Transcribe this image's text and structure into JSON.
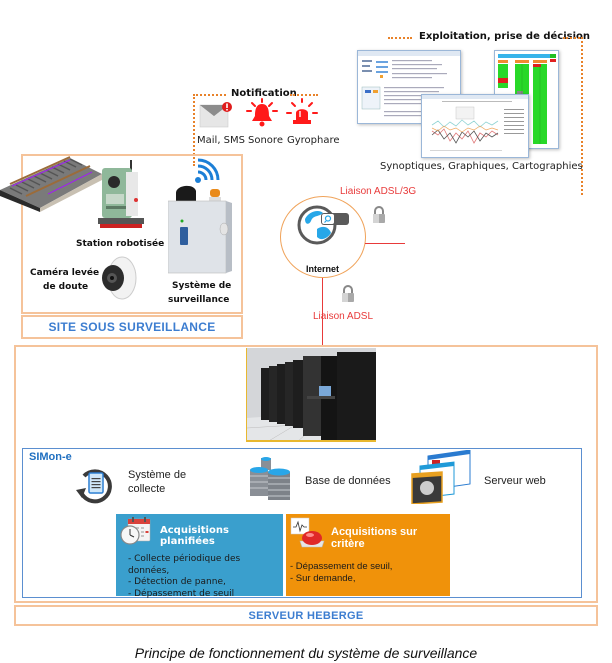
{
  "exploitation": {
    "title": "Exploitation, prise de décision",
    "caption": "Synoptiques, Graphiques, Cartographies"
  },
  "notification": {
    "title": "Notification",
    "items": [
      {
        "label": "Mail, SMS",
        "icon": "mail-alert-icon"
      },
      {
        "label": "Sonore",
        "icon": "alarm-bell-icon"
      },
      {
        "label": "Gyrophare",
        "icon": "beacon-light-icon"
      }
    ]
  },
  "site": {
    "label": "SITE SOUS SURVEILLANCE",
    "devices": {
      "station": "Station robotisée",
      "camera_line1": "Caméra levée",
      "camera_line2": "de doute",
      "system_line1": "Système de",
      "system_line2": "surveillance"
    }
  },
  "network": {
    "internet_label": "Internet",
    "adsl3g_label": "Liaison ADSL/3G",
    "adsl_label": "Liaison ADSL"
  },
  "server": {
    "label": "SERVEUR HEBERGE",
    "simone": {
      "title": "SIMon-e",
      "components": {
        "collecte_line1": "Système de",
        "collecte_line2": "collecte",
        "database": "Base de données",
        "webserver": "Serveur web"
      },
      "acq_planned": {
        "title": "Acquisitions planifiées",
        "items": [
          "- Collecte périodique des données,",
          "- Détection de panne,",
          "- Dépassement de seuil"
        ],
        "color": "#3a9fcd"
      },
      "acq_criteria": {
        "title": "Acquisitions sur critère",
        "items": [
          "- Dépassement de seuil,",
          "- Sur demande,"
        ],
        "color": "#f0920a"
      }
    }
  },
  "caption": "Principe de fonctionnement du système de surveillance",
  "colors": {
    "box_border": "#f5c39a",
    "link_red": "#e83a3a",
    "label_blue": "#3c7dd0",
    "dotted_orange": "#e8822a"
  }
}
